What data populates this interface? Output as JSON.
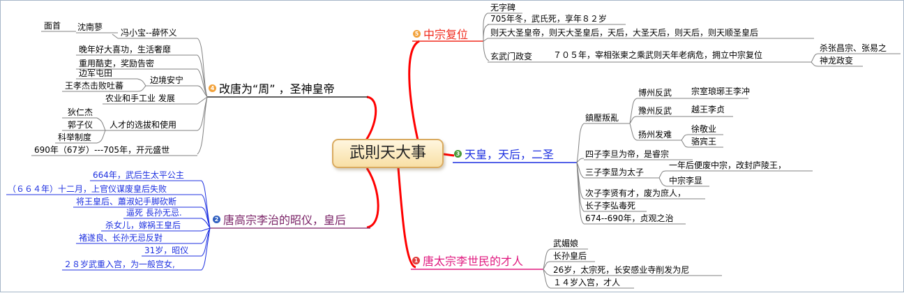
{
  "central": "武則天大事",
  "colors": {
    "red": "#ff0000",
    "b1": "#e0197f",
    "b2": "#7a2266",
    "b3": "#1c2fe0",
    "b4": "#000000",
    "b5": "#f0291c",
    "blue_text": "#1c2fe0",
    "connector": "#808080"
  },
  "b5": {
    "num": "5",
    "label": "中宗复位",
    "items": [
      "无字碑",
      "705年冬，武氏死，享年８２岁",
      "则天大圣皇帝，则天大圣皇后，天后，大圣天后，则天后，则天顺圣皇后",
      "玄武门政变",
      "７０５年，宰相张柬之乘武则天年老病危，拥立中宗复位",
      "杀张昌宗、张易之",
      "神龙政变"
    ]
  },
  "b4": {
    "num": "4",
    "label": "改唐为“周” ，圣神皇帝",
    "items": [
      "冯小宝--薛怀义",
      "沈南蓼",
      "面首",
      "晚年好大喜功，生活奢靡",
      "重用酷吏，奖励告密",
      "边境安宁",
      "边军屯田",
      "王孝杰击败吐蕃",
      "农业和手工业 发展",
      "人才的选拔和使用",
      "狄仁杰",
      "郭子仪",
      "科举制度",
      "690年（67岁）---705年，开元盛世"
    ]
  },
  "b3": {
    "num": "3",
    "label": "天皇，天后，二圣",
    "items": [
      "鎮壓叛亂",
      "博州反武",
      "宗室琅琊王李冲",
      "豫州反武",
      "越王李贞",
      "扬州发难",
      "徐敬业",
      "骆宾王",
      "四子李旦为帝，是睿宗",
      "三子李显为太子",
      "一年后便废中宗，改封庐陵王，",
      "中宗李显",
      "次子李贤有才，废为庶人，",
      "长子李弘毒死",
      "674--690年，贞观之治"
    ]
  },
  "b2": {
    "num": "2",
    "label": "唐高宗李治的昭仪，皇后",
    "items": [
      "664年，武后生太平公主",
      "（６６４年）十二月，上官仪谋废皇后失败",
      "将王皇后、蕭淑妃手脚砍断",
      "逼死 長孙无忌.",
      "杀女儿，嫁祸王皇后",
      "褚遂良、长孙无忌反對",
      "31岁，昭仪",
      "２８岁武重入宫，为一般宫女,"
    ]
  },
  "b1": {
    "num": "1",
    "label": "唐太宗李世民的才人",
    "items": [
      "武媚娘",
      "长孙皇后",
      "26岁，太宗死，长安感业寺削发为尼",
      "１４岁入宫，才人"
    ]
  }
}
